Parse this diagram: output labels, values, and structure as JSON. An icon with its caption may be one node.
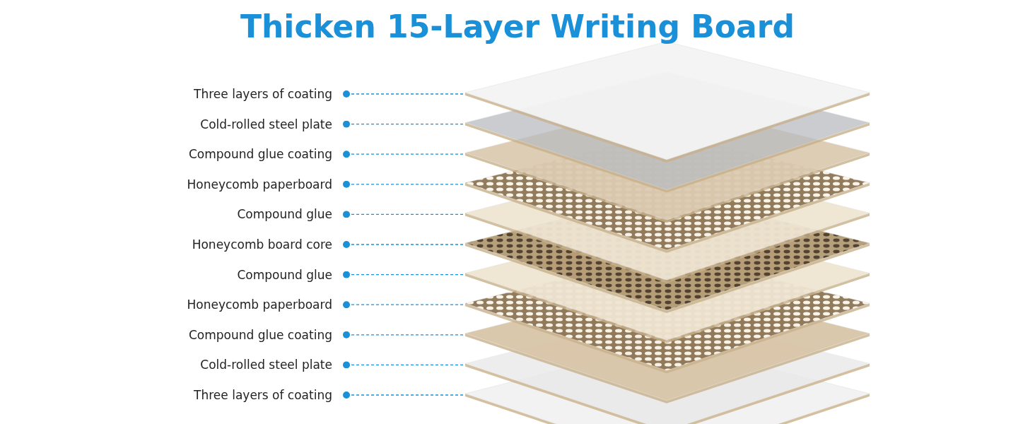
{
  "diagram": {
    "title": "Thicken 15-Layer Writing Board",
    "nodes": [
      {
        "text": [
          "Three layers of coating"
        ]
      },
      {
        "text": [
          "Cold-rolled steel plate"
        ]
      },
      {
        "text": [
          "Compound glue coating"
        ]
      },
      {
        "text": [
          "Honeycomb paperboard"
        ]
      },
      {
        "text": [
          "Compound glue"
        ]
      },
      {
        "text": [
          "Honeycomb board core"
        ]
      },
      {
        "text": [
          "Compound glue"
        ]
      },
      {
        "text": [
          "Honeycomb paperboard"
        ]
      },
      {
        "text": [
          "Compound glue coating"
        ]
      },
      {
        "text": [
          "Cold-rolled steel plate"
        ]
      },
      {
        "text": [
          "Three layers of coating"
        ]
      }
    ],
    "edges": [
      {
        "from": 0,
        "to": null,
        "arrow": "other",
        "style": "dashed",
        "color": "#1a90d8"
      },
      {
        "from": 1,
        "to": null,
        "arrow": "other",
        "style": "dashed",
        "color": "#1a90d8"
      },
      {
        "from": 2,
        "to": null,
        "arrow": "other",
        "style": "dashed",
        "color": "#1a90d8"
      },
      {
        "from": 3,
        "to": null,
        "arrow": "other",
        "style": "dashed",
        "color": "#1a90d8"
      },
      {
        "from": 4,
        "to": null,
        "arrow": "other",
        "style": "dashed",
        "color": "#1a90d8"
      },
      {
        "from": 5,
        "to": null,
        "arrow": "other",
        "style": "dashed",
        "color": "#1a90d8"
      },
      {
        "from": 6,
        "to": null,
        "arrow": "other",
        "style": "dashed",
        "color": "#1a90d8"
      },
      {
        "from": 7,
        "to": null,
        "arrow": "other",
        "style": "dashed",
        "color": "#1a90d8"
      },
      {
        "from": 8,
        "to": null,
        "arrow": "other",
        "style": "dashed",
        "color": "#1a90d8"
      },
      {
        "from": 9,
        "to": null,
        "arrow": "other",
        "style": "dashed",
        "color": "#1a90d8"
      },
      {
        "from": 10,
        "to": null,
        "arrow": "other",
        "style": "dashed",
        "color": "#1a90d8"
      }
    ]
  }
}
